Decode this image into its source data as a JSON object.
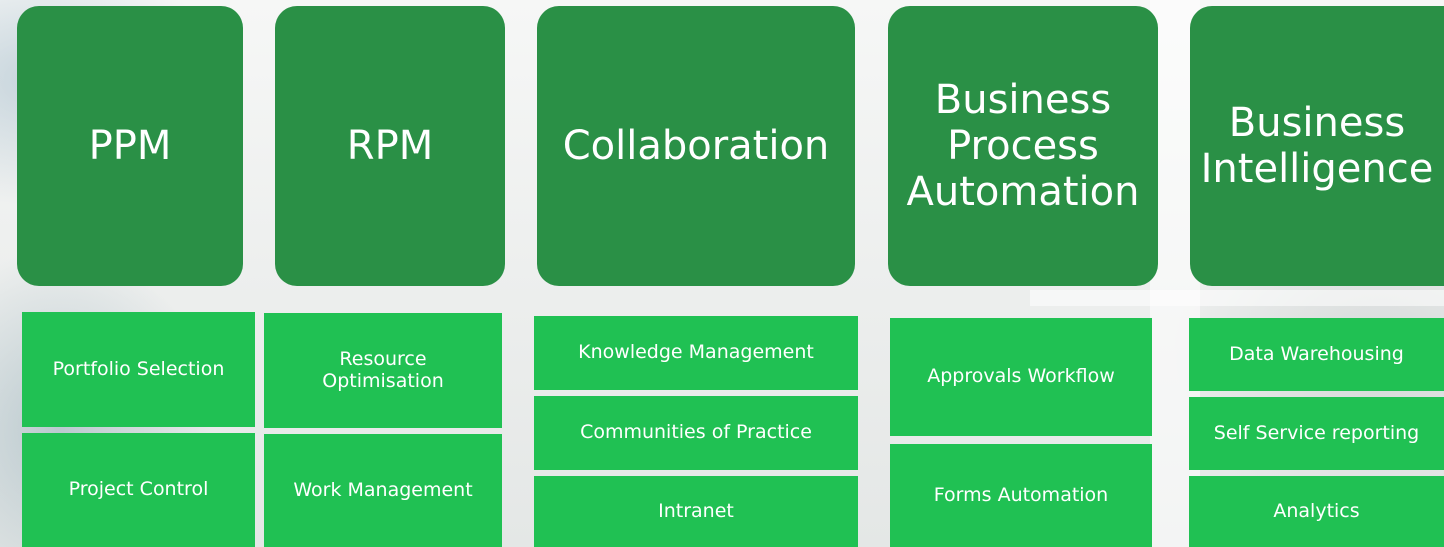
{
  "headers": [
    {
      "label": "PPM"
    },
    {
      "label": "RPM"
    },
    {
      "label": "Collaboration"
    },
    {
      "label": "Business\nProcess\nAutomation"
    },
    {
      "label": "Business\nIntelligence"
    }
  ],
  "items": {
    "ppm": [
      "Portfolio Selection",
      "Project Control"
    ],
    "rpm": [
      "Resource\nOptimisation",
      "Work Management"
    ],
    "collaboration": [
      "Knowledge Management",
      "Communities of Practice",
      "Intranet"
    ],
    "bpa": [
      "Approvals Workflow",
      "Forms Automation"
    ],
    "bi": [
      "Data Warehousing",
      "Self Service reporting",
      "Analytics"
    ]
  },
  "colors": {
    "header_green": "#2a9046",
    "item_green": "#20c153",
    "text": "#ffffff"
  }
}
